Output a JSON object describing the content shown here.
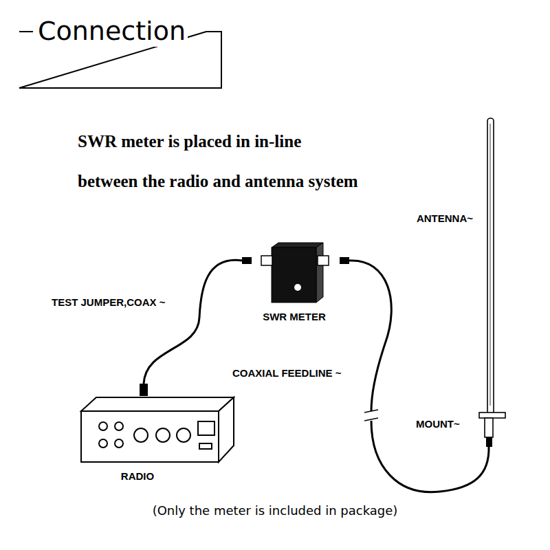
{
  "diagram": {
    "title": "Connection",
    "caption": "(Only the meter is included in package)",
    "labels": [
      "SWR meter is placed in in-line",
      "between the radio and antenna system",
      "ANTENNA~",
      "TEST JUMPER,COAX ~",
      "SWR METER",
      "COAXIAL FEEDLINE ~",
      "MOUNT~",
      "RADIO"
    ]
  }
}
